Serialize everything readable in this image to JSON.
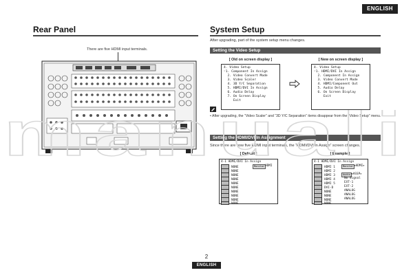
{
  "header": {
    "language_badge": "ENGLISH"
  },
  "left": {
    "title": "Rear Panel",
    "callout": "There are five HDMI input terminals."
  },
  "right": {
    "title": "System Setup",
    "intro": "After upgrading, part of the system setup menu changes.",
    "video_setup": {
      "bar": "Setting the Video Setup",
      "old_label": "[ Old on screen display ]",
      "new_label": "[ New on screen display ]",
      "old_lines": [
        "4. Video Setup",
        "",
        "☞1. Component In Assign",
        "  2. Video Convert Mode",
        "  3. Video Scaler",
        "  4. 3D Y/C Separation",
        "  5. HDMI/DVI In Assign",
        "  6. Audio Delay",
        "  7. On Screen Display",
        "     Exit"
      ],
      "new_lines": [
        "4. Video Setup",
        "",
        "☞1. HDMI/DVI In Assign",
        "  2. Component In Assign",
        "  3. Video Convert Mode",
        "  4. HDMI/Component Out",
        "  5. Audio Delay",
        "  6. On Screen Display",
        "",
        "     Exit"
      ],
      "note": "After upgrading, the “Video Scaler” and “3D Y/C Separation” items disappear from the “Video Setup” menu."
    },
    "hdmi_assign": {
      "bar": "Setting the HDMI/DVI In Assignment",
      "intro": "Since there are now five HDMI input terminals, the “HDMI/DVI In Assign” screen changes.",
      "default_label": "[ Default ]",
      "example_label": "[ Example ]",
      "default_title": "4-1 HDMI/DVI In Assign",
      "example_title": "4-1 HDMI/DVI In Assign",
      "default_monitor_chip": "Monitor",
      "default_monitor_val": "HDMI",
      "example_monitor_chip": "Monitor",
      "example_monitor_val": "◂HDMI▸",
      "example_audio_chip": "Audio",
      "example_audio_val": "◂ASSP▸",
      "default_rows": [
        "NONE",
        "NONE",
        "NONE",
        "NONE",
        "NONE",
        "NONE",
        "NONE",
        "NONE",
        "NONE",
        "NONE"
      ],
      "example_rows": [
        "HDMI 1",
        "HDMI 2",
        "HDMI 3",
        "HDMI 4",
        "HDMI 5",
        "DVI-D",
        "NONE",
        "NONE",
        "NONE",
        "NONE"
      ],
      "example_audio_rows": [
        "",
        "",
        "",
        "",
        "No Signal",
        "EXT-1",
        "EXT-2",
        "ANALOG",
        "ANALOG",
        "ANALOG"
      ]
    }
  },
  "footer": {
    "page_number": "2",
    "language_badge": "ENGLISH"
  },
  "watermark": "manuali"
}
